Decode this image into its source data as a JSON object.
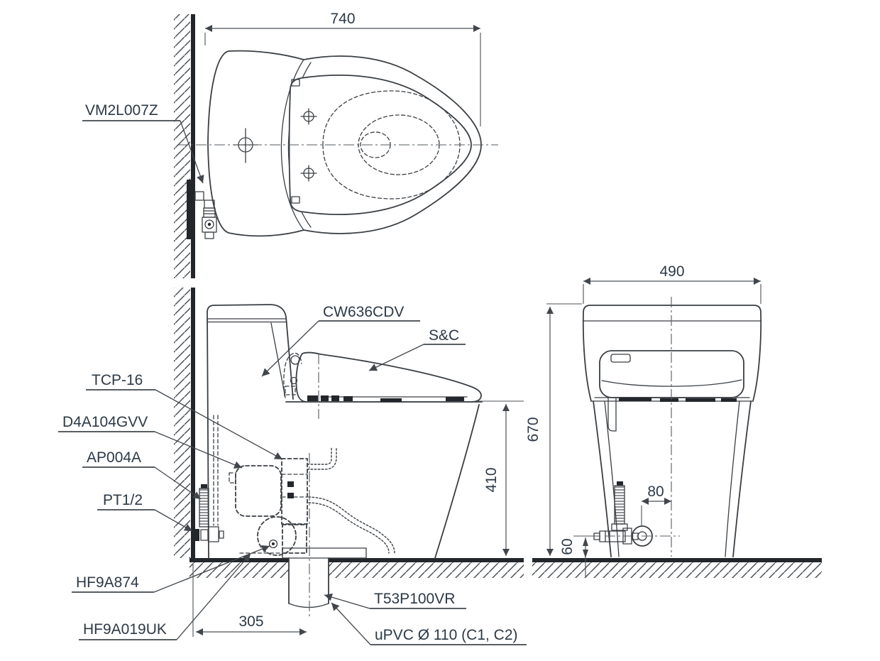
{
  "page": {
    "background": "#ffffff"
  },
  "colors": {
    "line": "#3a3f44",
    "dimension": "#4b5157",
    "label_text": "#2c3946",
    "wall_fill": "#23272b"
  },
  "top_view": {
    "dim_width": "740",
    "supply_valve_label": "VM2L007Z"
  },
  "side_view": {
    "dim_seat_height": "410",
    "dim_drain_offset": "305",
    "labels": {
      "bowl_model": "CW636CDV",
      "seat_cover": "S&C",
      "flush_unit": "TCP-16",
      "fill_valve": "D4A104GVV",
      "supply_hose": "AP004A",
      "supply_connection": "PT1/2",
      "seal": "HF9A874",
      "outlet_flange": "HF9A019UK",
      "drain_socket": "T53P100VR",
      "drain_pipe": "uPVC Ø 110 (C1, C2)"
    }
  },
  "front_view": {
    "dim_width": "490",
    "dim_height": "670",
    "dim_supply_offset": "80",
    "dim_supply_height": "60"
  }
}
